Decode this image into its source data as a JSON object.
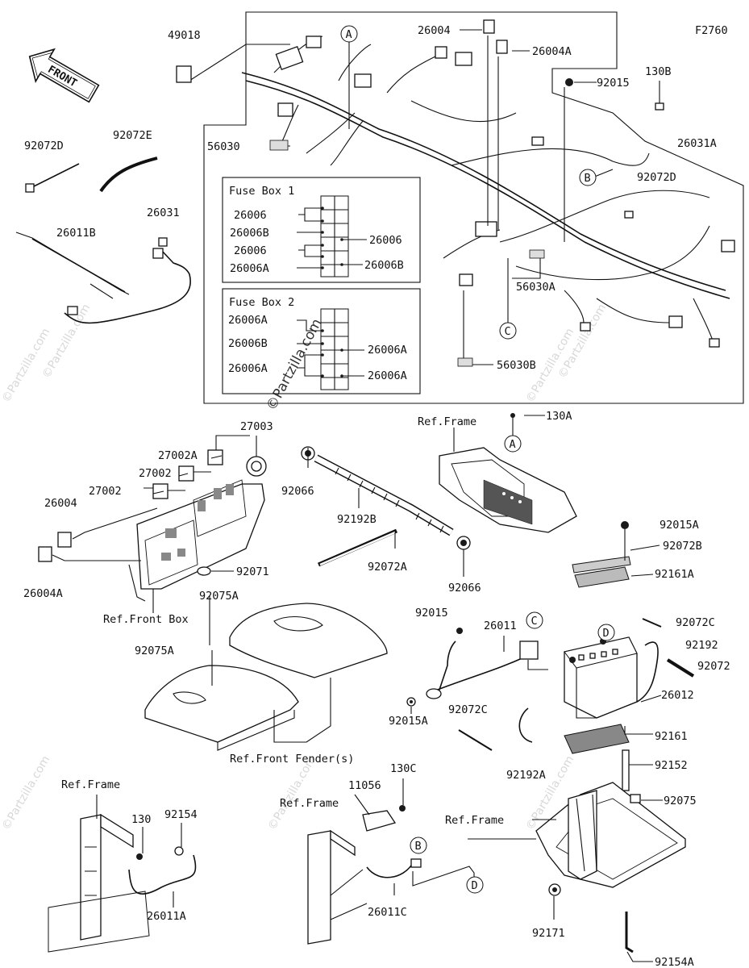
{
  "figure_code": "F2760",
  "front_label": "FRONT",
  "watermark": "©Partzilla.com",
  "fusebox1": {
    "title": "Fuse Box 1",
    "labels_left": [
      "26006",
      "26006B",
      "26006",
      "26006A"
    ],
    "labels_right": [
      "26006",
      "26006B"
    ]
  },
  "fusebox2": {
    "title": "Fuse Box 2",
    "labels_left": [
      "26006A",
      "26006B",
      "26006A"
    ],
    "labels_right": [
      "26006A",
      "26006A"
    ]
  },
  "callouts": [
    "A",
    "B",
    "C",
    "D"
  ],
  "parts": {
    "p49018": "49018",
    "p26004_top": "26004",
    "p26004A_top": "26004A",
    "p92015_top": "92015",
    "p130B": "130B",
    "p26031A": "26031A",
    "p92072D_right": "92072D",
    "p56030": "56030",
    "p56030A": "56030A",
    "p56030B": "56030B",
    "p92072D_left": "92072D",
    "p92072E": "92072E",
    "p26031": "26031",
    "p26011B": "26011B",
    "p27003": "27003",
    "p27002A": "27002A",
    "p27002_1": "27002",
    "p27002_2": "27002",
    "p26004": "26004",
    "p26004A": "26004A",
    "p92071": "92071",
    "ref_front_box": "Ref.Front Box",
    "p92066_top": "92066",
    "p92192B": "92192B",
    "p92072A": "92072A",
    "p92066_bottom": "92066",
    "ref_frame_top": "Ref.Frame",
    "p130A": "130A",
    "p92075A_1": "92075A",
    "p92075A_2": "92075A",
    "ref_front_fender": "Ref.Front Fender(s)",
    "p92015": "92015",
    "p26011": "26011",
    "p92015A_left": "92015A",
    "p92072C_left": "92072C",
    "p92192A": "92192A",
    "p92015A_right": "92015A",
    "p92072B": "92072B",
    "p92161A": "92161A",
    "p92072C_right": "92072C",
    "p92192": "92192",
    "p92072": "92072",
    "p26012": "26012",
    "p92161": "92161",
    "p92152": "92152",
    "p92075": "92075",
    "ref_frame_br": "Ref.Frame",
    "p92171": "92171",
    "p92154A": "92154A",
    "ref_frame_bl": "Ref.Frame",
    "p130": "130",
    "p92154": "92154",
    "p26011A": "26011A",
    "ref_frame_bm": "Ref.Frame",
    "p11056": "11056",
    "p130C": "130C",
    "p26011C": "26011C"
  }
}
